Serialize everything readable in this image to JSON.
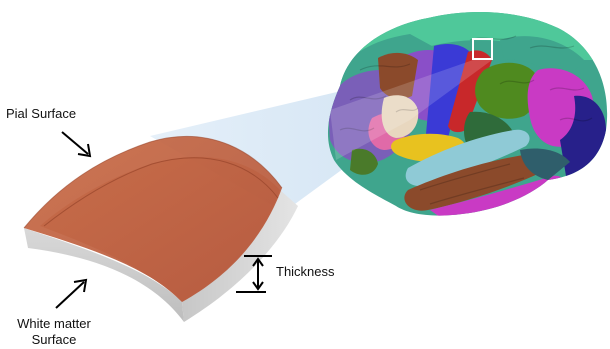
{
  "labels": {
    "pial_surface": "Pial Surface",
    "white_matter_line1": "White matter",
    "white_matter_line2": "Surface",
    "thickness": "Thickness"
  },
  "colors": {
    "pial_surface": "#c0623f",
    "cortex_side": "#c9c9c9",
    "zoom_beam": "#b5d3ec",
    "highlight_box": "#ffffff"
  },
  "brain_regions": [
    {
      "name": "teal",
      "color": "#3fa58d"
    },
    {
      "name": "mint",
      "color": "#4fc89a"
    },
    {
      "name": "purple",
      "color": "#7a5fb8"
    },
    {
      "name": "violet",
      "color": "#8a4fc8"
    },
    {
      "name": "blue",
      "color": "#3a3ad6"
    },
    {
      "name": "red",
      "color": "#c8282a"
    },
    {
      "name": "brown",
      "color": "#8b4a2b"
    },
    {
      "name": "olive-green",
      "color": "#4f8a1f"
    },
    {
      "name": "magenta",
      "color": "#c93ac4"
    },
    {
      "name": "navy",
      "color": "#27208a"
    },
    {
      "name": "light-blue",
      "color": "#8fcad6"
    },
    {
      "name": "yellow",
      "color": "#e8c21f"
    },
    {
      "name": "beige",
      "color": "#e8d7bf"
    },
    {
      "name": "pink",
      "color": "#e06aa8"
    },
    {
      "name": "dark-green",
      "color": "#2f6b3a"
    }
  ]
}
